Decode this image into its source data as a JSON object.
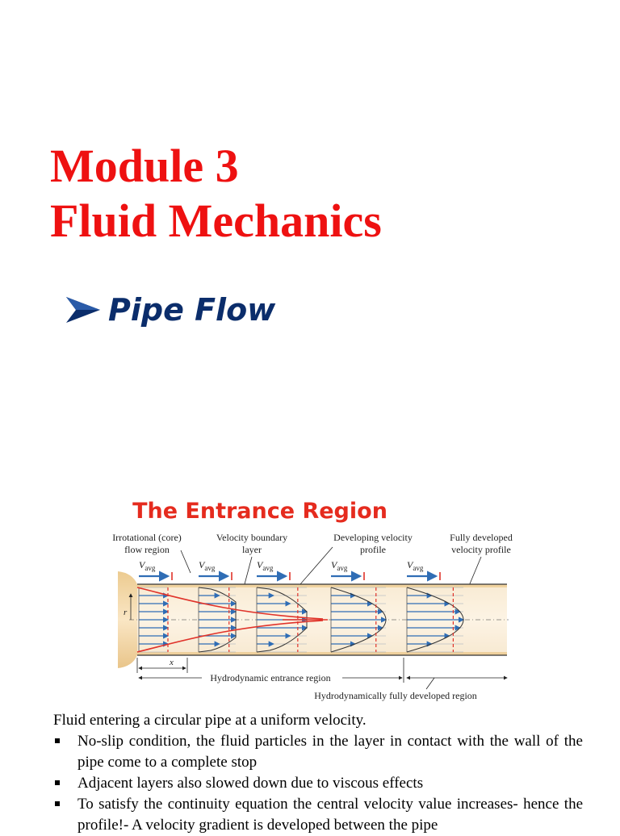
{
  "slide": {
    "title_line1": "Module 3",
    "title_line2": "Fluid Mechanics",
    "subtitle": "Pipe Flow"
  },
  "figure": {
    "heading": "The Entrance Region",
    "labels": {
      "core": [
        "Irrotational (core)",
        "flow region"
      ],
      "boundary": [
        "Velocity boundary",
        "layer"
      ],
      "developing": [
        "Developing velocity",
        "profile"
      ],
      "developed": [
        "Fully developed",
        "velocity profile"
      ],
      "vavg_main": "V",
      "vavg_sub": "avg",
      "r": "r",
      "x": "x",
      "entrance": "Hydrodynamic entrance region",
      "fully_developed": "Hydrodynamically fully developed region"
    },
    "colors": {
      "heading": "#e52b1e",
      "pipe": "#f4d6a4",
      "arrow": "#2f6db5",
      "red": "#e0332a"
    }
  },
  "body": {
    "intro": "Fluid entering a circular pipe at a uniform velocity.",
    "bullets": [
      "No-slip condition, the fluid particles in the layer in contact with the wall of the pipe come to a complete stop",
      "Adjacent layers also slowed down due to viscous effects",
      "To satisfy the continuity equation the central velocity value increases- hence the profile!- A velocity gradient is developed between the pipe"
    ]
  }
}
